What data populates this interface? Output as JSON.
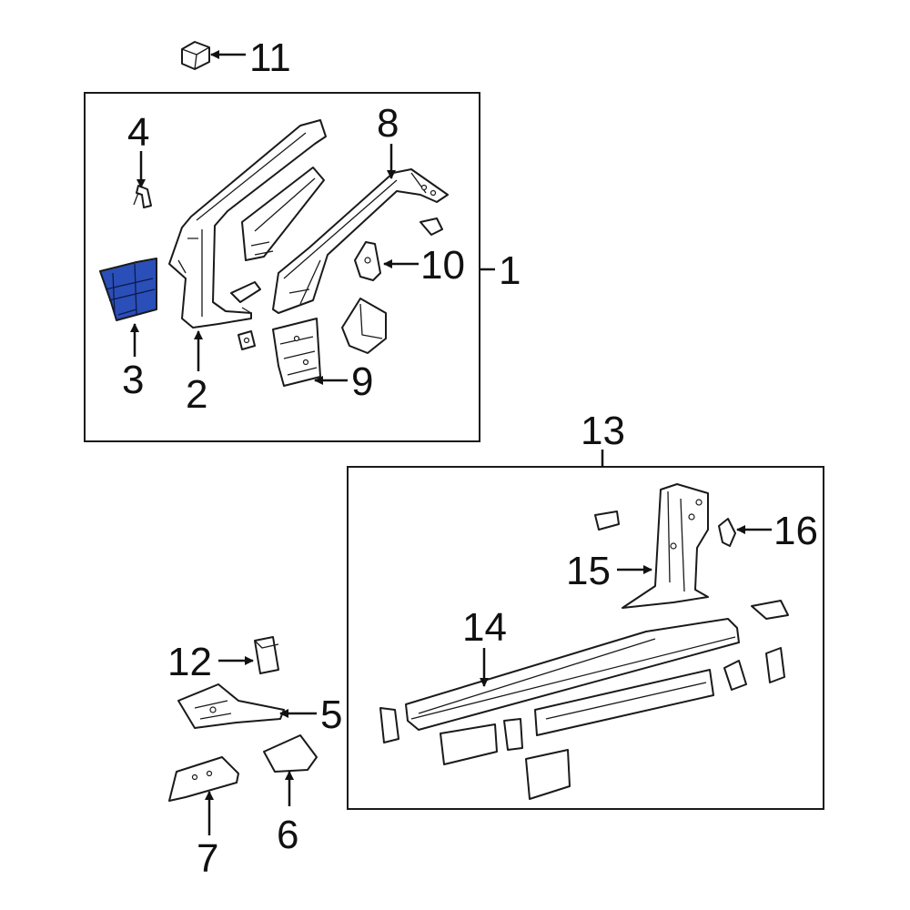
{
  "highlight_color": "#2b4fb8",
  "callouts": {
    "c1": "1",
    "c2": "2",
    "c3": "3",
    "c4": "4",
    "c5": "5",
    "c6": "6",
    "c7": "7",
    "c8": "8",
    "c9": "9",
    "c10": "10",
    "c11": "11",
    "c12": "12",
    "c13": "13",
    "c14": "14",
    "c15": "15",
    "c16": "16"
  }
}
